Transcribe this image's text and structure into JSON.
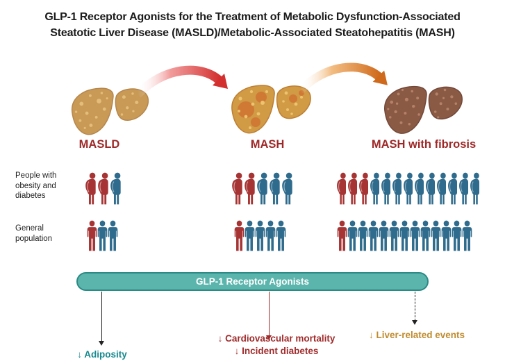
{
  "title": {
    "line1": "GLP-1 Receptor Agonists for the Treatment of Metabolic Dysfunction-Associated",
    "line2": "Steatotic Liver Disease (MASLD)/Metabolic-Associated Steatohepatitis (MASH)"
  },
  "stages": [
    {
      "label": "MASLD"
    },
    {
      "label": "MASH"
    },
    {
      "label": "MASH with fibrosis"
    }
  ],
  "population_rows": [
    {
      "label_lines": [
        "People with",
        "obesity and",
        "diabetes"
      ],
      "icon": "obese-person-icon",
      "groups": [
        {
          "stage": "MASLD",
          "red": 2,
          "blue": 1
        },
        {
          "stage": "MASH",
          "red": 2,
          "blue": 3
        },
        {
          "stage": "MASH with fibrosis",
          "red": 3,
          "blue": 10
        }
      ]
    },
    {
      "label_lines": [
        "General",
        "population"
      ],
      "icon": "person-icon",
      "groups": [
        {
          "stage": "MASLD",
          "red": 1,
          "blue": 2
        },
        {
          "stage": "MASH",
          "red": 1,
          "blue": 4
        },
        {
          "stage": "MASH with fibrosis",
          "red": 1,
          "blue": 12
        }
      ]
    }
  ],
  "banner": {
    "label": "GLP-1 Receptor Agonists"
  },
  "outcomes": [
    {
      "lines": [
        "↓ Adiposity"
      ],
      "color": "#17898f",
      "arrow_style": "solid",
      "arrow_color": "#222222"
    },
    {
      "lines": [
        "↓ Cardiovascular mortality",
        "↓ Incident diabetes"
      ],
      "color": "#a02c2c",
      "arrow_style": "solid",
      "arrow_color": "#9e2b2b"
    },
    {
      "lines": [
        "↓ Liver-related events"
      ],
      "color": "#bf8c2e",
      "arrow_style": "dashed",
      "arrow_color": "#222222"
    }
  ],
  "colors": {
    "person_red": "#a63434",
    "person_blue": "#2f6b8c",
    "stage_label": "#9e2828",
    "banner_fill": "#5bb5ac",
    "banner_border": "#2a8a85",
    "banner_text": "#ffffff",
    "progression_arrow_red": "#d32f2f",
    "progression_arrow_orange": "#cf6a1c"
  }
}
